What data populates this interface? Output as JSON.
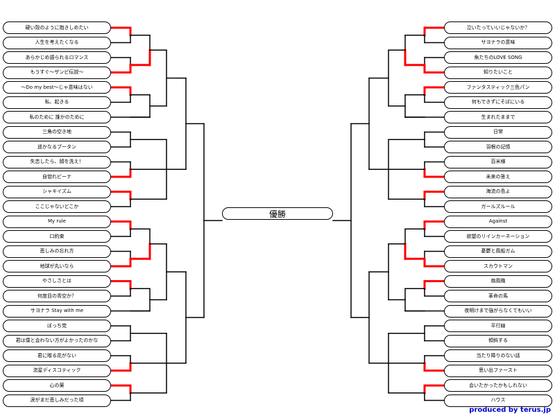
{
  "final_label": "優勝",
  "credit": "produced by terus.jp",
  "colors": {
    "winner_line": "#ff0000",
    "line": "#000000"
  },
  "left": [
    "硬い殻のように抱きしめたい",
    "人生を考えたくなる",
    "あらかじめ語られるロマンス",
    "もうすぐ〜ザンビ伝説〜",
    "〜Do my best〜じゃ意味はない",
    "私、起きる",
    "私のために 誰かのために",
    "三角の空き地",
    "遥かなるブータン",
    "失恋したら、顔を洗え！",
    "自惚れビーナ",
    "シャキイズム",
    "ここじゃないどこか",
    "My rule",
    "口約束",
    "悲しみの忘れ方",
    "地球が丸いなら",
    "やさしさとは",
    "何度目の青空か？",
    "サヨナラ Stay with me",
    "ぼっち党",
    "君は僕と会わない方がよかったのかな",
    "君に贈る花がない",
    "流星ディスコティック",
    "心の薬",
    "涙がまだ悲しみだった頃"
  ],
  "right": [
    "泣いたっていいじゃないか？",
    "サヨナラの意味",
    "魚たちのLOVE SONG",
    "知りたいこと",
    "ファンタスティック三色パン",
    "何もできずにそばにいる",
    "生まれたままで",
    "日常",
    "羽根の記憶",
    "百米様",
    "未来の答え",
    "海流の島よ",
    "ガールズルール",
    "Against",
    "欲望のリインカーネーション",
    "憂鬱と風船ガム",
    "スカウトマン",
    "扇風機",
    "革命の馬",
    "夜明けまで強がらなくてもいい",
    "平行線",
    "傾斜する",
    "当たり障りのない話",
    "思い出ファースト",
    "会いたかったかもしれない",
    "ハウス"
  ]
}
